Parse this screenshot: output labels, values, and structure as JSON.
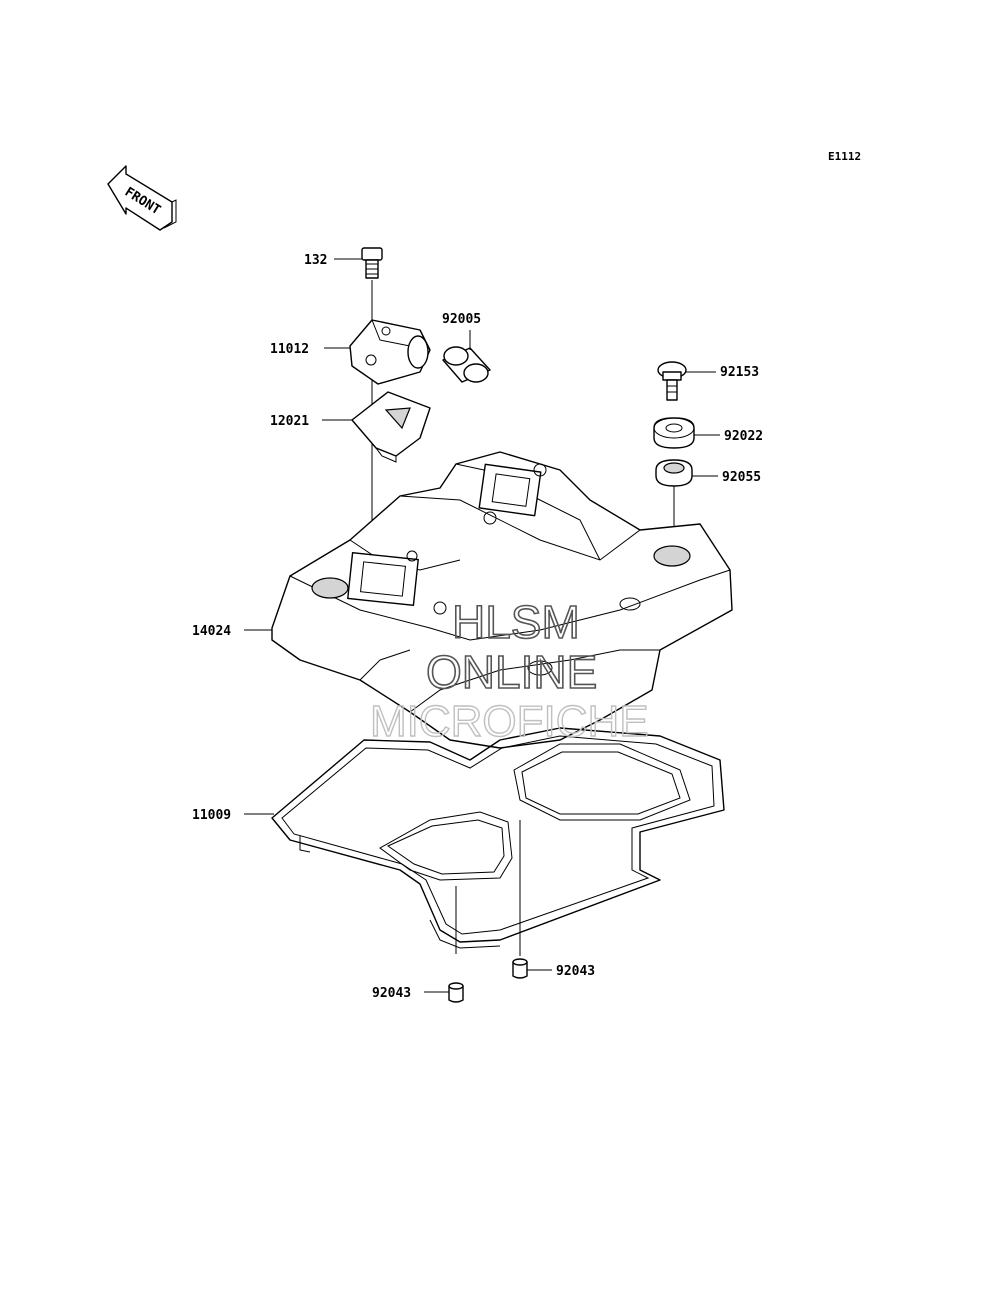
{
  "diagram_code": "E1112",
  "front_label": "FRONT",
  "watermark": {
    "line1": "HLSM",
    "line2": "ONLINE",
    "line3": "MICROFICHE"
  },
  "parts": [
    {
      "id": "p132",
      "number": "132"
    },
    {
      "id": "p11012",
      "number": "11012"
    },
    {
      "id": "p92005",
      "number": "92005"
    },
    {
      "id": "p12021",
      "number": "12021"
    },
    {
      "id": "p92153",
      "number": "92153"
    },
    {
      "id": "p92022",
      "number": "92022"
    },
    {
      "id": "p92055",
      "number": "92055"
    },
    {
      "id": "p14024",
      "number": "14024"
    },
    {
      "id": "p11009",
      "number": "11009"
    },
    {
      "id": "p92043a",
      "number": "92043"
    },
    {
      "id": "p92043b",
      "number": "92043"
    }
  ]
}
